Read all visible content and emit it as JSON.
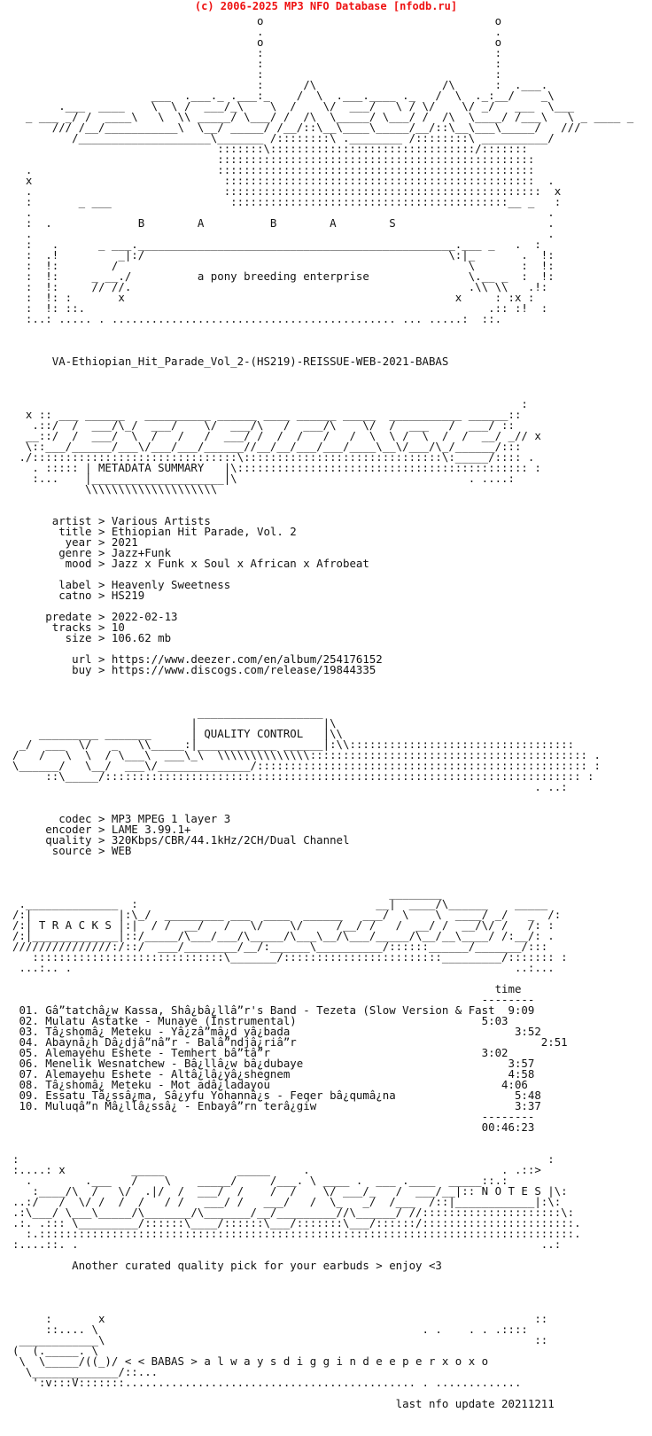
{
  "header": "(c) 2006-2025 MP3 NFO Database [nfodb.ru]",
  "colors": {
    "header_text": "#ee1111",
    "text": "#111111",
    "background": "#ffffff"
  },
  "nfo_lines": [
    "                                     o                                   o",
    "                                     .                                   .",
    "                                     o                                   o",
    "                                     :                                   :",
    "                                     :                                   :",
    "                                     :                                   :",
    "                                     :      /\\                   /\\      :  .___.",
    "                     ___  .___._ .___:_    /  \\  .___.____ ._   /  \\  ._:__/    _\\",
    "       .___  ____    \\  \\ /  ___/_\\    \\  /    \\/  ___/   \\ / \\/    \\/ _/   ___  \\___",
    "  _ ___ _/ /  ____\\   \\  \\\\ _____/ \\___/ /  /\\  \\_____/ \\___/ /  /\\  \\____/ /___\\   \\ _ ____ _",
    "      /// /__/___________\\  \\__/ _____/ /__/::\\__\\____\\_____/__/::\\__\\___\\_____/   ///",
    "         /____________________\\_______ /::::::::\\ .________ /::::::::\\ __________/",
    "                               :::::::\\:::::::::::::::::::::::::::::::/:::::::",
    "                               ::::::::::::::::::::::::::::::::::::::::::::::::",
    "  .                            ::::::::::::::::::::::::::::::::::::::::::::::::",
    "  x                             :::::::::::::::::::::::::::::::::::::::::::::::  .",
    "  .                             ::::::::::::::::::::::::::::::::::::::::::::::::  x",
    "  :       _ ___                  ::::::::::::::::::::::::::::::::::::::::::__ _   :",
    "  .                                                                              .",
    "  :  .             B        A          B        A        S                       .",
    "  .                                                                              .",
    "  :   .      _ ___.________________________________________________.___ _   .  :",
    "  :  .!         _|:/                                              \\:|_       .  !:",
    "  :  !:        /                                                     \\       :  !:",
    "  :  !:     _ __./          a pony breeding enterprise               \\.__ _  :  !:",
    "  :  !:     // //.                                                   .\\\\ \\\\   .!:",
    "  :  !: :       x                                                  x     : :x :",
    "  :  !: ::.                                                             .:: :!  :",
    "  :..: ..... . ........................................... ... .....:  ::.",
    "",
    "",
    "",
    "      VA-Ethiopian_Hit_Parade_Vol_2-(HS219)-REISSUE-WEB-2021-BABAS",
    "",
    "",
    "",
    "                                                                             :",
    "  x :: ___ ______   __________ ______ ____ ______ _____  ___________ ______::",
    "   .::/  /  ___/\\_/  ___/    \\/  ___/\\   /  ___/\\    \\/  /  ___   /  ___/ ::",
    "  __::/  /  ___/  \\  /   /   /  ___/ /  /  /   /   /  \\  \\ /  \\  /  /  __/ _// x",
    "  \\::___/______/___\\/___/___/______//__/__/___/___/____\\__\\/___/\\_/______/:::",
    " ./:::::::::::::::::::::::::::::::\\::::::::::::::::::::::::::::::\\:_____/:::: .",
    "   . ::::: | METADATA SUMMARY   |\\:::::::::::::::::::::::::::::::::::::::::::: :",
    "   :...    |____________________|\\                                   . ....:",
    "           \\\\\\\\\\\\\\\\\\\\\\\\\\\\\\\\\\\\\\\\",
    "",
    "",
    "      artist > Various Artists",
    "       title > Ethiopian Hit Parade, Vol. 2",
    "        year > 2021",
    "       genre > Jazz+Funk",
    "        mood > Jazz x Funk x Soul x African x Afrobeat",
    "",
    "       label > Heavenly Sweetness",
    "       catno > HS219",
    "",
    "     predate > 2022-02-13",
    "      tracks > 10",
    "        size > 106.62 mb",
    "",
    "         url > https://www.deezer.com/en/album/254176152",
    "         buy > https://www.discogs.com/release/19844335",
    "",
    "",
    "",
    "                            ___________________",
    "                           |                   |\\",
    "    _________ _______      | QUALITY CONTROL   |\\\\",
    " _/  ___  \\/   _   \\\\_____:|____________ ______|:\\\\::::::::::::::::::::::::::::::::::",
    "/   /   \\  \\  / \\___\\  ___\\_\\  \\\\\\\\\\\\\\\\\\\\\\\\\\\\:::::::::::::::::::::::::::::::::::::::::: .",
    "\\______/   \\__/  ___\\/______________/:::::::::::::::::::::::::::::::::::::::::::::::::: :",
    "     ::\\_____/:::::::::::::::::::::::::::::::::::::::::::::::::::::::::::::::::::::::: :",
    "                                                                               . ..:",
    "",
    "",
    "       codec > MP3 MPEG 1 layer 3",
    "     encoder > LAME 3.99.1+",
    "     quality > 320Kbps/CBR/44.1kHz/2CH/Dual Channel",
    "      source > WEB",
    "",
    "",
    "",
    "                                                         ________",
    " .______________  :                                    __|  ____/\\______    _____",
    "/:|             |:\\_/  _________ ___  ____  ______   ___/  \\    \\  ____/ _/   _  /:",
    "/:| T R A C K S |:|  / /  __/   /   \\/    \\/     /__/ /   /  __/ /  __/\\/ /   /: :",
    "/:|_____________|::/_____/\\___/___/\\_____/\\___\\__/\\___/_____/\\__/__\\____/ /:__/: .",
    "///////////////:/::/  ___/________/__/:______\\__________/::::::______/_______/:::",
    "   :::::::::::::::::::::::::::::\\_______/::::::::::::::::::::::::_________/::::::: :",
    " ...:.. .                                                                   ..:...",
    "",
    "                                                                         time",
    "                                                                       --------",
    " 01. Gâ”tatchâ¿w Kassa, Shâ¿bâ¿llâ”r's Band - Tezeta (Slow Version & Fast  9:09",
    " 02. Mulatu Astatke - Munaye (Instrumental)                            5:03",
    " 03. Tâ¿shomâ¿ Meteku - Yâ¿zâ”mâ¿d yâ¿bada                                  3:52",
    " 04. Abaynâ¿h Dâ¿djâ”nâ”r - Balâ”ndjâ¿riâ”r                                     2:51",
    " 05. Alemayehu Eshete - Temhert bâ”tâ”r                                3:02",
    " 06. Menelik Wesnatchew - Bâ¿llâ¿w bâ¿dubaye                               3:57",
    " 07. Alemayehu Eshete - Altâ¿lâ¿yâ¿shegnem                                 4:58",
    " 08. Tâ¿shomâ¿ Meteku - Mot adâ¿ladayou                                   4:06",
    " 09. Essatu Tâ¿ssâ¿ma, Sâ¿yfu Yohannâ¿s - Feqer bâ¿qumâ¿na                  5:48",
    " 10. Muluqâ”n Mâ¿llâ¿ssâ¿ - Enbayâ”rn terâ¿giw                              3:37",
    "                                                                       --------",
    "                                                                       00:46:23",
    "",
    "",
    ":                                                                                :",
    ":....: x          _____           _____     .                             . .::>",
    "  .        .___   /    \\    _____/     /___. \\ ____ .  ___ .____  _____::.:",
    "   :____/\\  /   \\/  .|/  /  ___/  /    /  /    \\/ ___/_   /  ___/__|:: N O T E S |\\:",
    "..:/   /  \\/ /  /  /   / /   ___/ /   ___/   /  \\_   _/  /___  /::|____________|:\\:",
    ".:\\___/ \\___\\_____/\\_______/\\_______/__/_________//\\______/ //:::::::::::::::::::::\\:",
    ".:. .::: \\_________/::::::\\____/::::::\\___/:::::::\\___/::::::/:::::::::::::::::::::::.",
    "  :.:::::::::::::::::::::::::::::::::::::::::::::::::::::::::::::::::::::::::::::::::.",
    ":....::. .                                                                      ..:",
    "",
    "         Another curated quality pick for your earbuds > enjoy <3",
    "",
    "",
    "",
    "",
    "     :       x                                                                 ::",
    "     ::.... \\                                                 . .    . . .::::",
    " ____________\\                                                                 ::",
    "(  (._____. \\                                                                    ",
    " \\  \\_____/((_)/ < < BABAS > a l w a y s d i g g i n d e e p e r x o x o",
    "  \\_____________/::...                                                             ",
    "   ':v:::V:::::::............................................ . .............",
    "",
    "                                                          last nfo update 20211211"
  ]
}
